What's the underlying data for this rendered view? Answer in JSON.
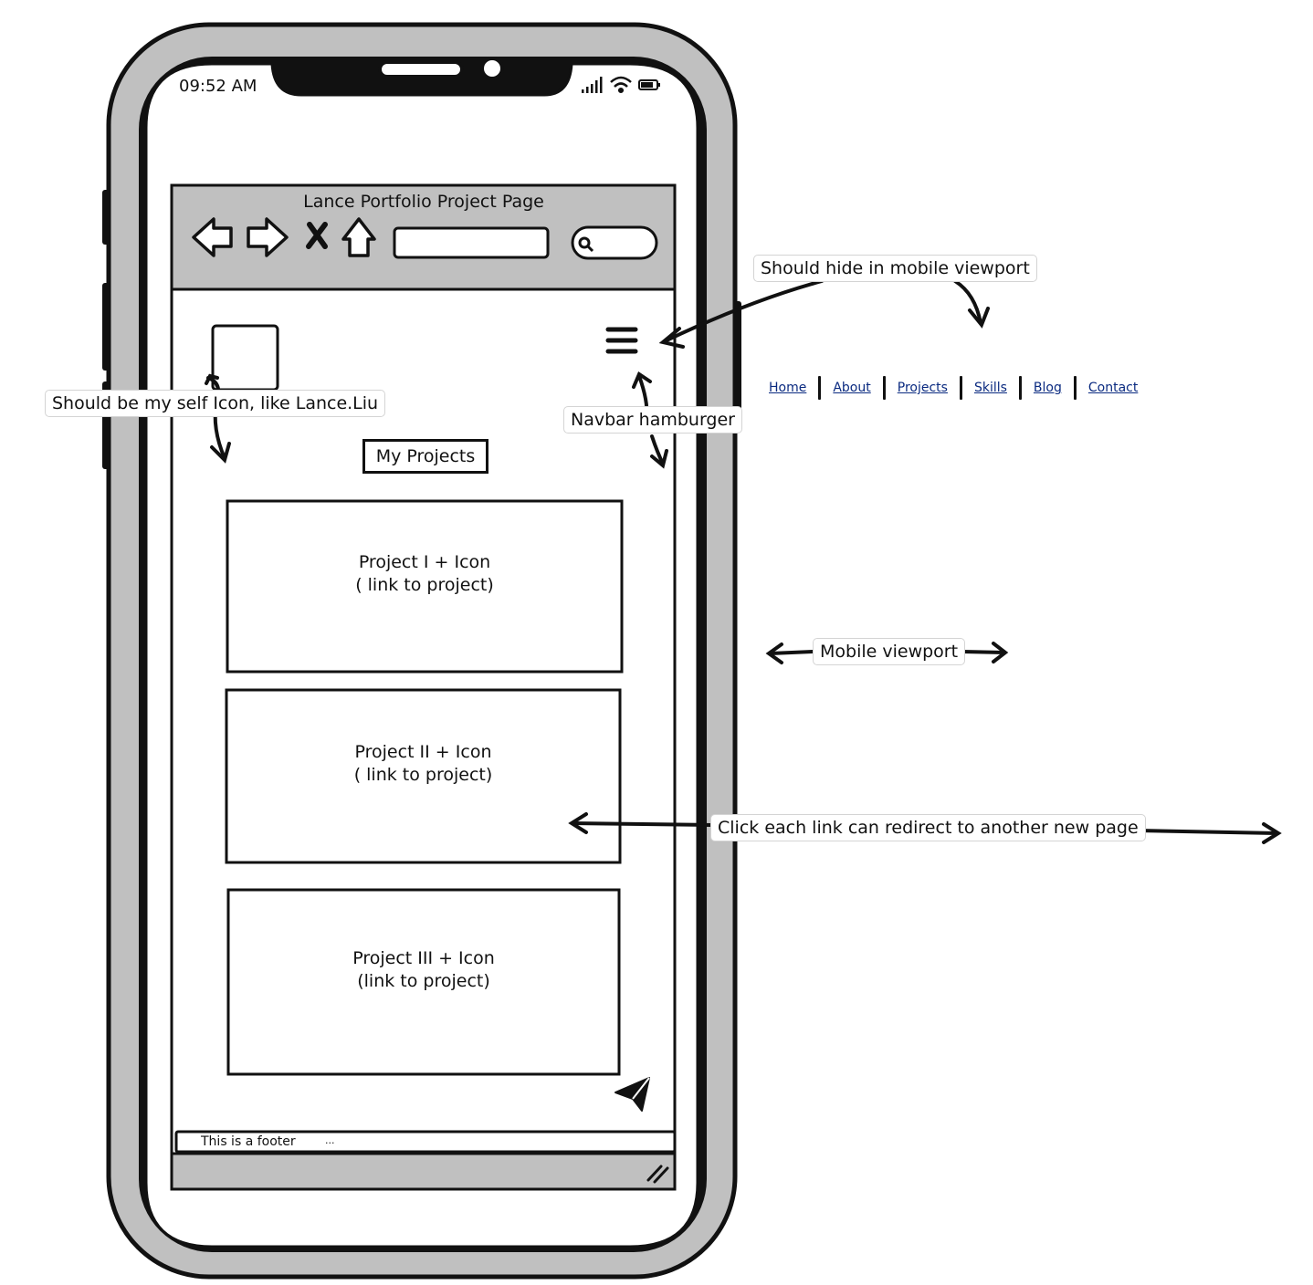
{
  "status_bar": {
    "time": "09:52 AM"
  },
  "browser": {
    "title": "Lance Portfolio Project Page",
    "icons": [
      "back-arrow-icon",
      "forward-arrow-icon",
      "close-icon",
      "home-icon",
      "search-icon"
    ],
    "url_value": "",
    "search_value": ""
  },
  "page": {
    "section_title": "My Projects",
    "projects": [
      {
        "line1": "Project I + Icon",
        "line2": "( link to project)"
      },
      {
        "line1": "Project II + Icon",
        "line2": "( link to project)"
      },
      {
        "line1": "Project III + Icon",
        "line2": "(link to project)"
      }
    ],
    "footer_text": "This is a footer",
    "footer_ellipsis": "..."
  },
  "annotations": {
    "hide_mobile": "Should hide in mobile viewport",
    "self_icon": "Should be my self Icon, like Lance.Liu",
    "navbar_hamburger": "Navbar hamburger",
    "mobile_viewport": "Mobile viewport",
    "click_link": "Click each link can redirect to another new page"
  },
  "desktop_nav": {
    "links": [
      "Home",
      "About",
      "Projects",
      "Skills",
      "Blog",
      "Contact"
    ]
  },
  "colors": {
    "frame_gray": "#c0c0c0",
    "ink": "#111111",
    "link": "#0a2a80"
  }
}
